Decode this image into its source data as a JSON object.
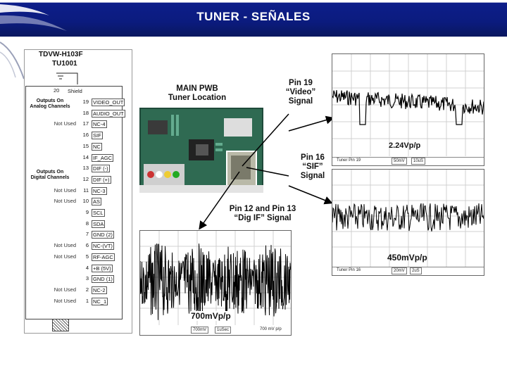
{
  "header": {
    "title": "TUNER - SEÑALES"
  },
  "tuner_block": {
    "part_name": "TDVW-H103F",
    "ref": "TU1001",
    "shield_pin": "20",
    "shield_label": "Shield",
    "analog_group": "Outputs On\nAnalog Channels",
    "digital_group": "Outputs On\nDigital Channels",
    "not_used": "Not Used",
    "pins": [
      {
        "num": "19",
        "name": "VIDEO_OUT",
        "note": ""
      },
      {
        "num": "18",
        "name": "AUDIO_OUT",
        "note": ""
      },
      {
        "num": "17",
        "name": "NC-4",
        "note": "Not Used"
      },
      {
        "num": "16",
        "name": "SIF",
        "note": ""
      },
      {
        "num": "15",
        "name": "NC",
        "note": ""
      },
      {
        "num": "14",
        "name": "IF_AGC",
        "note": ""
      },
      {
        "num": "13",
        "name": "DIF (-)",
        "note": ""
      },
      {
        "num": "12",
        "name": "DIF (+)",
        "note": ""
      },
      {
        "num": "11",
        "name": "NC-3",
        "note": "Not Used"
      },
      {
        "num": "10",
        "name": "AS",
        "note": "Not Used"
      },
      {
        "num": "9",
        "name": "SCL",
        "note": ""
      },
      {
        "num": "8",
        "name": "SDA",
        "note": ""
      },
      {
        "num": "7",
        "name": "GND (2)",
        "note": ""
      },
      {
        "num": "6",
        "name": "NC-(VT)",
        "note": "Not Used"
      },
      {
        "num": "5",
        "name": "RF-AGC",
        "note": "Not Used"
      },
      {
        "num": "4",
        "name": "+B (5V)",
        "note": ""
      },
      {
        "num": "3",
        "name": "GND (1)",
        "note": ""
      },
      {
        "num": "2",
        "name": "NC-2",
        "note": "Not Used"
      },
      {
        "num": "1",
        "name": "NC_1",
        "note": "Not Used"
      }
    ]
  },
  "pwb": {
    "title": "MAIN PWB\nTuner Location"
  },
  "callouts": {
    "pin19": "Pin 19\n“Video”\nSignal",
    "pin16": "Pin 16\n“SIF”\nSignal",
    "pin12_13": "Pin 12 and Pin 13\n“Dig IF” Signal"
  },
  "scopes": {
    "video": {
      "amplitude": "2.24Vp/p",
      "footer": [
        "Tuner Pin 19",
        "50mV",
        "10uS"
      ]
    },
    "sif": {
      "amplitude": "450mVp/p",
      "footer": [
        "Tuner Pin 16",
        "20mV",
        "2uS"
      ]
    },
    "dig_if": {
      "amplitude": "700mVp/p",
      "footer": [
        "700mV",
        "1uSec",
        "700 mV p/p"
      ]
    }
  },
  "colors": {
    "header_bg": "#0b1b7e",
    "arrow": "#000000"
  }
}
